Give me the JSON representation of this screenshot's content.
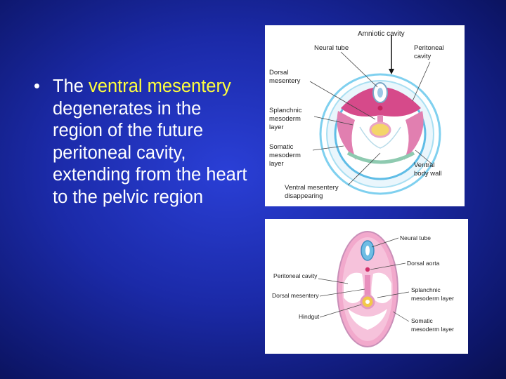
{
  "slide": {
    "bullet_symbol": "•",
    "text_part1": "The ",
    "text_highlight": "ventral mesentery",
    "text_part2": " degenerates in the region of the future peritoneal cavity, extending from the heart to the pelvic region",
    "highlight_color": "#ffff3c"
  },
  "figure_top": {
    "labels": {
      "amniotic_cavity": "Amniotic cavity",
      "neural_tube": "Neural tube",
      "peritoneal_line1": "Peritoneal",
      "peritoneal_line2": "cavity",
      "dorsal_line1": "Dorsal",
      "dorsal_line2": "mesentery",
      "splanchnic_line1": "Splanchnic",
      "splanchnic_line2": "mesoderm",
      "splanchnic_line3": "layer",
      "somatic_line1": "Somatic",
      "somatic_line2": "mesoderm",
      "somatic_line3": "layer",
      "ventral_wall_line1": "Ventral",
      "ventral_wall_line2": "body wall",
      "ventral_mes_line1": "Ventral mesentery",
      "ventral_mes_line2": "disappearing"
    }
  },
  "figure_bottom": {
    "labels": {
      "neural_tube": "Neural tube",
      "dorsal_aorta": "Dorsal aorta",
      "peritoneal_cavity": "Peritoneal cavity",
      "dorsal_mesentery": "Dorsal mesentery",
      "splanchnic_line1": "Splanchnic",
      "splanchnic_line2": "mesoderm layer",
      "hindgut": "Hindgut",
      "somatic_line1": "Somatic",
      "somatic_line2": "mesoderm layer"
    }
  }
}
